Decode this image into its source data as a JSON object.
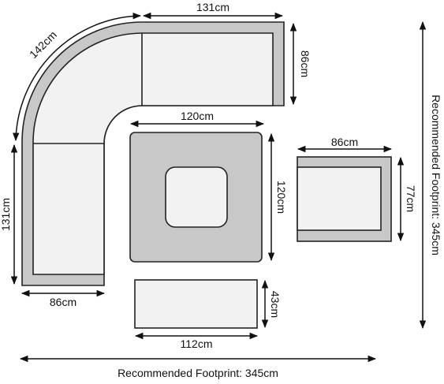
{
  "diagram": {
    "footprint_horizontal": "Recommended Footprint: 345cm",
    "footprint_vertical": "Recommended Footprint: 345cm",
    "dims": {
      "corner_arc": "142cm",
      "top_width": "131cm",
      "top_depth": "86cm",
      "left_height": "131cm",
      "left_width": "86cm",
      "table_width": "120cm",
      "table_depth": "120cm",
      "chair_width": "86cm",
      "chair_depth": "77cm",
      "footstool_width": "112cm",
      "footstool_depth": "43cm"
    }
  }
}
